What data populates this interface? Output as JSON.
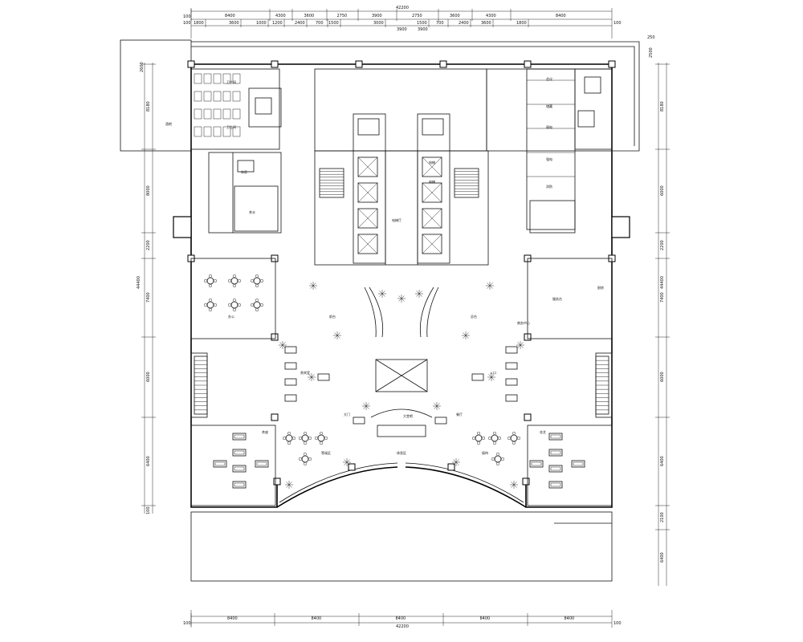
{
  "drawing": {
    "top_total": "42200",
    "top_row": [
      "8400",
      "4300",
      "3600",
      "2750",
      "3900",
      "2750",
      "3600",
      "4300",
      "8400"
    ],
    "top_row2": [
      "1800",
      "3600",
      "1000",
      "1200",
      "2400",
      "700",
      "1500",
      "3000",
      "1500",
      "700",
      "2400",
      "3600",
      "1800"
    ],
    "top_center": [
      "3900",
      "3900"
    ],
    "left_dims": [
      "8180",
      "8000",
      "2200",
      "7400",
      "6000",
      "6400",
      "100"
    ],
    "left_total": "44400",
    "right_dims": [
      "8180",
      "6000",
      "2200",
      "7400",
      "6000",
      "6400",
      "2100",
      "6400"
    ],
    "bottom_row": [
      "8400",
      "8400",
      "8400",
      "8400",
      "8400"
    ],
    "bottom_total": "42200",
    "bottom_edge": [
      "100",
      "100"
    ],
    "small_top": [
      "250",
      "2500",
      "2600"
    ]
  },
  "rooms": {
    "tiny": [
      "卫生间",
      "卫生间",
      "休息",
      "茶水",
      "办公",
      "会议",
      "储藏",
      "弱电",
      "强电",
      "消防",
      "电梯厅",
      "电梯",
      "电梯",
      "前台",
      "总台",
      "商务中心",
      "大堂吧",
      "休息区",
      "茶座",
      "花艺",
      "贵宾室",
      "入口",
      "大门",
      "餐厅",
      "服务台",
      "厨房",
      "酒吧",
      "等候区",
      "接待"
    ]
  }
}
